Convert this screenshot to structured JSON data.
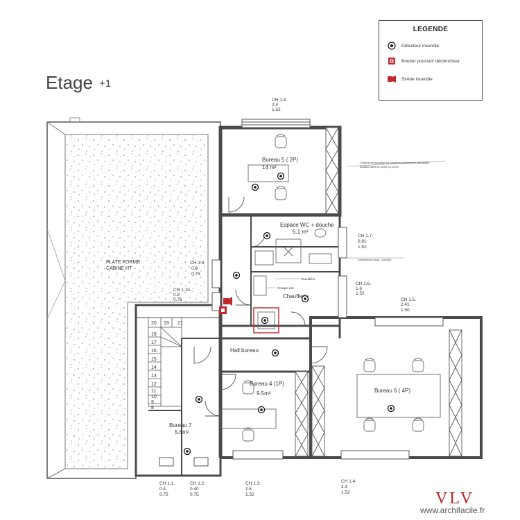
{
  "title": {
    "main": "Etage",
    "sup": "+1"
  },
  "legend": {
    "title": "LEGENDE",
    "items": [
      {
        "label": "Détecteur incendie",
        "icon": "smoke-detector-icon"
      },
      {
        "label": "Bouton poussoir déclencheur",
        "icon": "call-point-icon"
      },
      {
        "label": "Sirène incendie",
        "icon": "siren-icon"
      }
    ]
  },
  "rooms": {
    "bureau5": {
      "name": "Bureau 5 ( 2P)",
      "area": "14 m²"
    },
    "wc": {
      "name": "Espace WC + douche",
      "area": "5.1 m²"
    },
    "chaufferie": {
      "name": "Chaufferie"
    },
    "hall": {
      "name": "Hall bureau"
    },
    "bureau4": {
      "name": "Bureau 4 (1P)",
      "area": "9.5m²"
    },
    "bureau6": {
      "name": "Bureau 6 ( 4P)"
    },
    "bureau7": {
      "name": "Bureau 7",
      "area": "5.6m²"
    },
    "plateforme": {
      "line1": "PLATE FORME",
      "line2": "CABINE HT"
    }
  },
  "windows": [
    {
      "name": "CH 1.8.",
      "l1": "2.4",
      "l2": "1.52"
    },
    {
      "name": "CH 1.7.",
      "l1": "0.81",
      "l2": "1.52"
    },
    {
      "name": "CH 1.9.",
      "l1": "0.8",
      "l2": "0.75"
    },
    {
      "name": "CH 1.10.",
      "l1": "0.8",
      "l2": "0.75"
    },
    {
      "name": "CH 1.6.",
      "l1": "1.6",
      "l2": "1.52"
    },
    {
      "name": "CH 1.5.",
      "l1": "2.41",
      "l2": "1.50"
    },
    {
      "name": "CH 1.1.",
      "l1": "0.4",
      "l2": "0.75"
    },
    {
      "name": "CH 1.2.",
      "l1": "0.40",
      "l2": "0.75"
    },
    {
      "name": "CH 1.3.",
      "l1": "1.6",
      "l2": "1.52"
    },
    {
      "name": "CH 1.4.",
      "l1": "2.4",
      "l2": "1.52"
    }
  ],
  "annotations": {
    "doublage1": "Cloisons de doublage sur ossature/parement en placoplâtre",
    "doublage2": "Isolation laine de roche Ep.10 cm",
    "doublage3": "Revêtement mural - 20/300E",
    "chaudiere": "Chaudière",
    "groupe": "Groupe vmc"
  },
  "stairs": [
    "19",
    "20",
    "21",
    "18",
    "17",
    "16",
    "15",
    "14",
    "13",
    "12",
    "11",
    "10",
    "9",
    "8"
  ],
  "brand": {
    "logo": "VLV",
    "site": "www.archifacile.fr"
  },
  "colors": {
    "wall": "#4a4a4a",
    "accent": "#c1272d"
  }
}
